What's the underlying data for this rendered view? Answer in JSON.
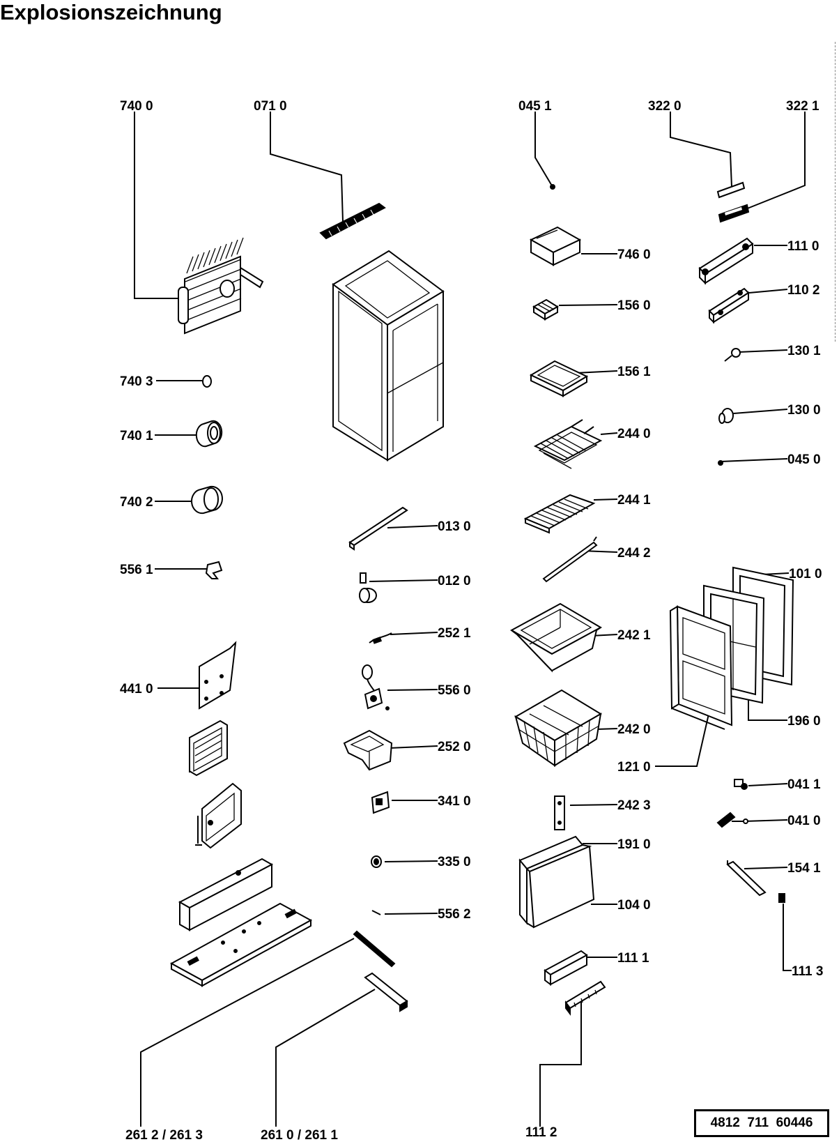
{
  "title": "Explosionszeichnung",
  "document_number": "4812  711  60446",
  "parts": [
    {
      "id": "p7400",
      "label": "740 0"
    },
    {
      "id": "p0710",
      "label": "071 0"
    },
    {
      "id": "p0451",
      "label": "045 1"
    },
    {
      "id": "p3220",
      "label": "322 0"
    },
    {
      "id": "p3221",
      "label": "322 1"
    },
    {
      "id": "p7460",
      "label": "746 0"
    },
    {
      "id": "p1110",
      "label": "111 0"
    },
    {
      "id": "p1102",
      "label": "110 2"
    },
    {
      "id": "p1560",
      "label": "156 0"
    },
    {
      "id": "p1301",
      "label": "130 1"
    },
    {
      "id": "p7403",
      "label": "740 3"
    },
    {
      "id": "p1561",
      "label": "156 1"
    },
    {
      "id": "p1300",
      "label": "130 0"
    },
    {
      "id": "p7401",
      "label": "740 1"
    },
    {
      "id": "p2440",
      "label": "244 0"
    },
    {
      "id": "p0450",
      "label": "045 0"
    },
    {
      "id": "p7402",
      "label": "740 2"
    },
    {
      "id": "p2441",
      "label": "244 1"
    },
    {
      "id": "p0130",
      "label": "013 0"
    },
    {
      "id": "p2442",
      "label": "244 2"
    },
    {
      "id": "p5561",
      "label": "556 1"
    },
    {
      "id": "p1010",
      "label": "101 0"
    },
    {
      "id": "p0120",
      "label": "012 0"
    },
    {
      "id": "p2521",
      "label": "252 1"
    },
    {
      "id": "p2421",
      "label": "242 1"
    },
    {
      "id": "p4410",
      "label": "441 0"
    },
    {
      "id": "p5560",
      "label": "556 0"
    },
    {
      "id": "p1960",
      "label": "196 0"
    },
    {
      "id": "p2420",
      "label": "242 0"
    },
    {
      "id": "p2520",
      "label": "252 0"
    },
    {
      "id": "p1210",
      "label": "121 0"
    },
    {
      "id": "p0411",
      "label": "041 1"
    },
    {
      "id": "p3410",
      "label": "341 0"
    },
    {
      "id": "p2423",
      "label": "242 3"
    },
    {
      "id": "p0410",
      "label": "041 0"
    },
    {
      "id": "p1910",
      "label": "191 0"
    },
    {
      "id": "p3350",
      "label": "335 0"
    },
    {
      "id": "p1541",
      "label": "154 1"
    },
    {
      "id": "p5562",
      "label": "556 2"
    },
    {
      "id": "p1040",
      "label": "104 0"
    },
    {
      "id": "p1111",
      "label": "111 1"
    },
    {
      "id": "p1113",
      "label": "111 3"
    },
    {
      "id": "p2612",
      "label": "261 2 / 261  3"
    },
    {
      "id": "p2610",
      "label": "261 0 / 261 1"
    },
    {
      "id": "p1112",
      "label": "111  2"
    }
  ]
}
